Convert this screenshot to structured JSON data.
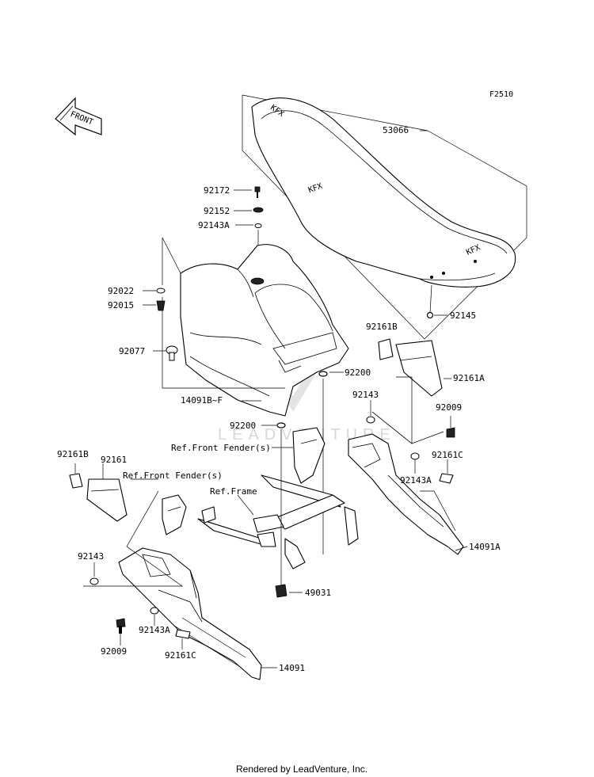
{
  "diagram_code": "F2510",
  "front_arrow_label": "FRONT",
  "watermark": "LEADVENTURE",
  "footer": "Rendered by LeadVenture, Inc.",
  "labels": {
    "p53066": "53066",
    "p92172": "92172",
    "p92152": "92152",
    "p92143A_top": "92143A",
    "p92022": "92022",
    "p92015": "92015",
    "p92145": "92145",
    "p92077": "92077",
    "p92161B_mid": "92161B",
    "p92200_right": "92200",
    "p92161A": "92161A",
    "p14091BF": "14091B~F",
    "p92143_right": "92143",
    "p92009_right": "92009",
    "p92200_mid": "92200",
    "ref_front_fender_1": "Ref.Front Fender(s)",
    "p92161C_right": "92161C",
    "p92143A_right": "92143A",
    "p92161B_left": "92161B",
    "p92161_left": "92161",
    "ref_front_fender_2": "Ref.Front Fender(s)",
    "ref_frame": "Ref.Frame",
    "p14091A": "14091A",
    "p92143_left": "92143",
    "p49031": "49031",
    "p92143A_left": "92143A",
    "p92009_left": "92009",
    "p92161C_left": "92161C",
    "p14091": "14091"
  }
}
